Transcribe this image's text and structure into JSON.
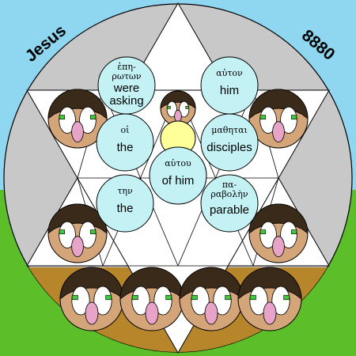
{
  "corner_labels": {
    "name": "Jesus",
    "number": "8880"
  },
  "words": [
    {
      "greek": [
        "ἐπη-",
        "ρωτων"
      ],
      "english": [
        "were",
        "asking"
      ]
    },
    {
      "greek": [
        "αὐτον"
      ],
      "english": [
        "him"
      ]
    },
    {
      "greek": [
        "οἱ"
      ],
      "english": [
        "the"
      ]
    },
    {
      "greek": [
        "μαθηται"
      ],
      "english": [
        "disciples"
      ]
    },
    {
      "greek": [
        "αὐτου"
      ],
      "english": [
        "of him"
      ]
    },
    {
      "greek": [
        "την"
      ],
      "english": [
        "the"
      ]
    },
    {
      "greek": [
        "πα-",
        "ραβολὴν"
      ],
      "english": [
        "parable"
      ]
    }
  ],
  "colors": {
    "sky": "#8fd6f0",
    "grass": "#5cbf2a",
    "disc_gray": "#c8c8c8",
    "ground": "#b8862a",
    "bubble": "#c4f1f4",
    "halo": "#ffff99",
    "face_tan": "#d4a578",
    "face_pink": "#e8a4c8",
    "face_dark": "#3a2a1a",
    "eye_green": "#3ec83e"
  }
}
